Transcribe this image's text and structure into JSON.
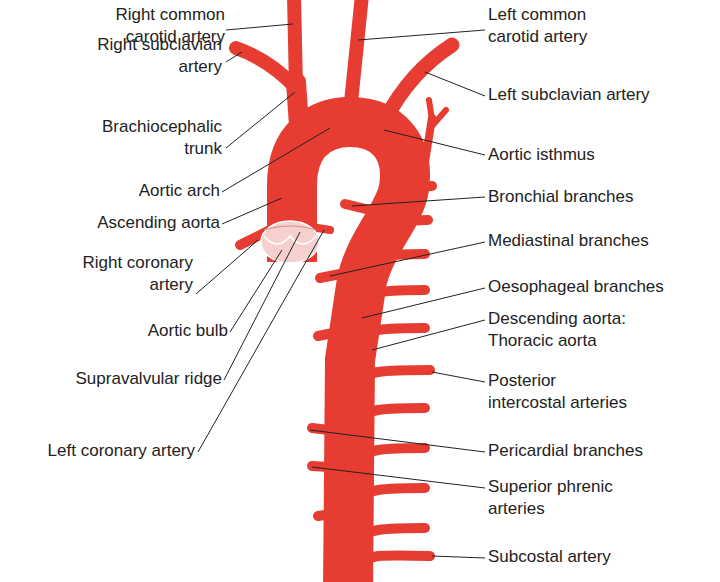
{
  "diagram": {
    "labels": [
      "Right common carotid artery",
      "Right subclavian artery",
      "Brachiocephalic trunk",
      "Aortic arch",
      "Ascending aorta",
      "Right coronary artery",
      "Aortic bulb",
      "Supravalvular ridge",
      "Left coronary artery",
      "Left common carotid artery",
      "Left subclavian artery",
      "Aortic isthmus",
      "Bronchial branches",
      "Mediastinal branches",
      "Oesophageal branches",
      "Descending aorta: Thoracic aorta",
      "Posterior intercostal arteries",
      "Pericardial branches",
      "Superior phrenic arteries",
      "Subcostal artery"
    ]
  }
}
